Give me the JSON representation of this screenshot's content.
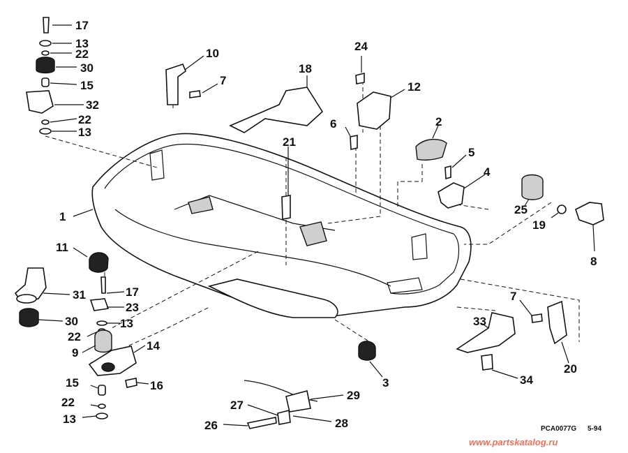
{
  "labels": [
    "1",
    "2",
    "3",
    "4",
    "5",
    "6",
    "7",
    "7",
    "8",
    "9",
    "10",
    "11",
    "12",
    "13",
    "13",
    "13",
    "13",
    "14",
    "15",
    "15",
    "16",
    "17",
    "17",
    "18",
    "19",
    "20",
    "21",
    "22",
    "22",
    "22",
    "22",
    "23",
    "24",
    "25",
    "26",
    "27",
    "28",
    "29",
    "30",
    "30",
    "31",
    "32",
    "33",
    "34"
  ],
  "figure_code": "PCA0077G",
  "figure_date": "5-94",
  "watermark": "www.partskatalog.ru"
}
